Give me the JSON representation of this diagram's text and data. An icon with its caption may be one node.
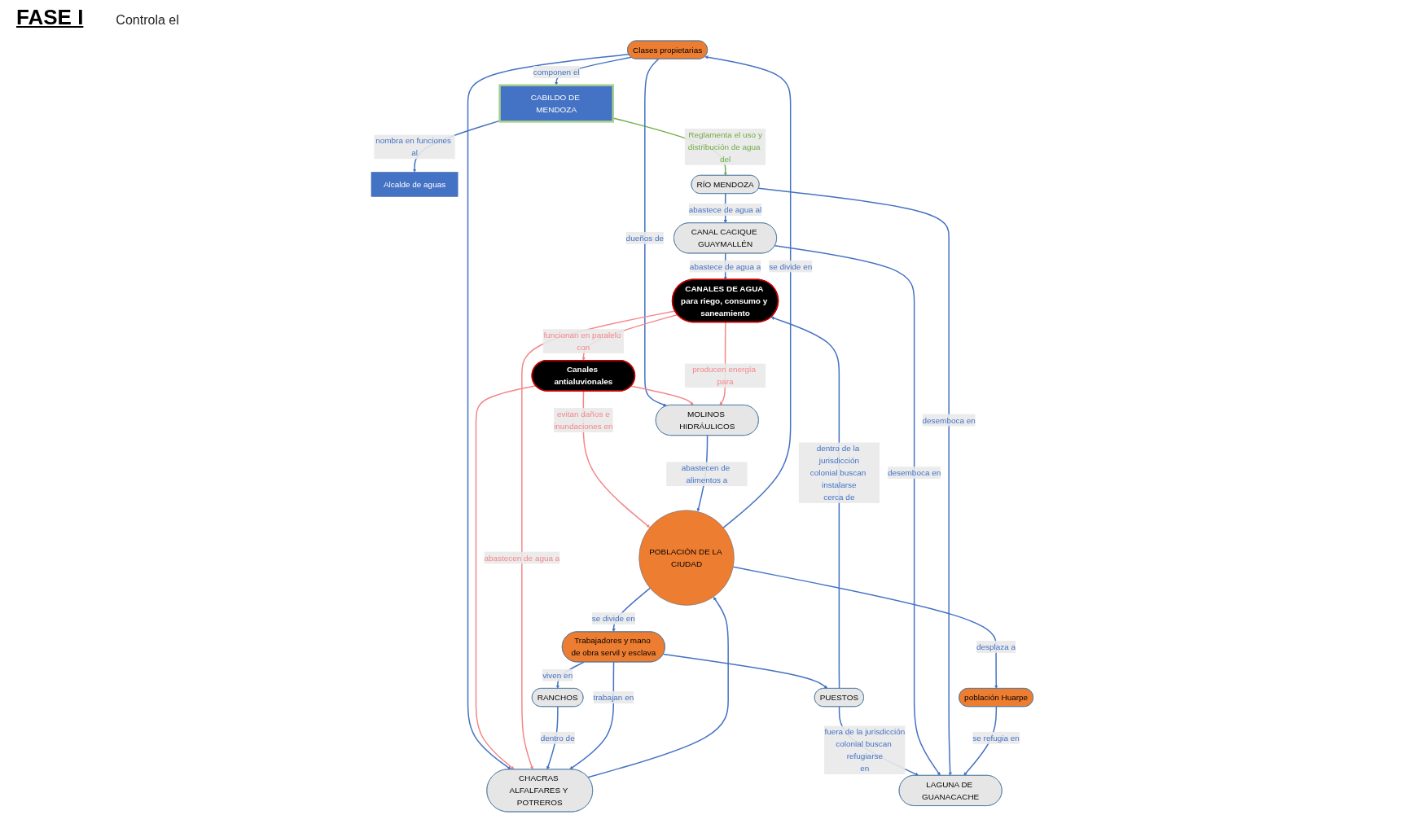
{
  "diagram": {
    "title": "FASE I",
    "nodes": [
      {
        "text": [
          "Clases propietarias"
        ]
      },
      {
        "text": [
          "Alcalde de aguas"
        ]
      },
      {
        "text": [
          "CABILDO DE MENDOZA"
        ]
      },
      {
        "text": [
          "Canales antialuvionales"
        ]
      },
      {
        "text": [
          "CANALES DE AGUA para riego, consumo y saneamiento"
        ]
      },
      {
        "text": [
          "MOLINOS HIDRÁULICOS"
        ]
      },
      {
        "text": [
          "POBLACIÓN DE LA CIUDAD"
        ]
      },
      {
        "text": [
          "CHACRAS ALFALFARES Y POTREROS"
        ]
      },
      {
        "text": [
          "CANAL CACIQUE GUAYMALLÉN"
        ]
      },
      {
        "text": [
          "RANCHOS"
        ]
      },
      {
        "text": [
          "PUESTOS"
        ]
      },
      {
        "text": [
          "Trabajadores y mano de obra servil y esclava"
        ]
      },
      {
        "text": [
          "RÍO MENDOZA"
        ]
      },
      {
        "text": [
          "población Huarpe"
        ]
      },
      {
        "text": [
          "LAGUNA DE GUANACACHE"
        ]
      }
    ],
    "edges": [
      {
        "from": 0,
        "to": 2,
        "arrow": "to",
        "label": "componen el"
      },
      {
        "from": 2,
        "to": 1,
        "arrow": "to",
        "label": "nombra en funciones al"
      },
      {
        "from": 2,
        "to": 12,
        "arrow": "to",
        "label": "Reglamenta el uso y distribución de agua del",
        "color": "#70ad47"
      },
      {
        "from": 6,
        "to": 0,
        "arrow": "to",
        "label": "se divide en"
      },
      {
        "from": 0,
        "to": 5,
        "arrow": "to",
        "label": "dueños de"
      },
      {
        "from": 0,
        "to": 7,
        "arrow": "to"
      },
      {
        "from": 4,
        "to": 3,
        "arrow": "to",
        "label": "funcionan en paralelo con",
        "color": "#f4878a"
      },
      {
        "from": 3,
        "to": 6,
        "arrow": "to",
        "label": "evitan daños e inundaciones en",
        "color": "#f4878a"
      },
      {
        "from": 3,
        "to": 5,
        "arrow": "to",
        "color": "#f4878a"
      },
      {
        "from": 3,
        "to": 7,
        "arrow": "to",
        "color": "#f4878a"
      },
      {
        "from": 4,
        "to": 5,
        "arrow": "to",
        "label": "producen energía para",
        "color": "#f4878a"
      },
      {
        "from": 4,
        "to": 7,
        "arrow": "to",
        "label": "abastecen de agua a",
        "color": "#f4878a"
      },
      {
        "from": 5,
        "to": 6,
        "arrow": "to",
        "label": "abastecen de alimentos a"
      },
      {
        "from": 7,
        "to": 6,
        "arrow": "to"
      },
      {
        "from": 9,
        "to": 7,
        "arrow": "to",
        "label": "dentro de"
      },
      {
        "from": 11,
        "to": 7,
        "arrow": "to",
        "label": "trabajan en"
      },
      {
        "from": 11,
        "to": 9,
        "arrow": "to",
        "label": "viven en"
      },
      {
        "from": 11,
        "to": 10,
        "arrow": "to"
      },
      {
        "from": 10,
        "to": 4,
        "arrow": "to",
        "label": "dentro de la jurisdicción colonial buscan instalarse cerca de"
      },
      {
        "from": 10,
        "to": 14,
        "arrow": "to",
        "label": "fuera de la jurisdicción colonial buscan refugiarse en"
      },
      {
        "from": 8,
        "to": 4,
        "arrow": "to",
        "label": "abastece de agua a"
      },
      {
        "from": 12,
        "to": 8,
        "arrow": "to",
        "label": "abastece de agua al"
      },
      {
        "from": 8,
        "to": 14,
        "arrow": "to",
        "label": "desemboca en"
      },
      {
        "from": 12,
        "to": 14,
        "arrow": "to",
        "label": "desemboca en"
      },
      {
        "from": 6,
        "to": 11,
        "arrow": "to",
        "label": "se divide en"
      },
      {
        "from": 6,
        "to": 13,
        "arrow": "to",
        "label": "desplaza a"
      },
      {
        "from": 13,
        "to": 14,
        "arrow": "to",
        "label": "se refugia en"
      }
    ],
    "labels": [
      "Controla el"
    ]
  }
}
